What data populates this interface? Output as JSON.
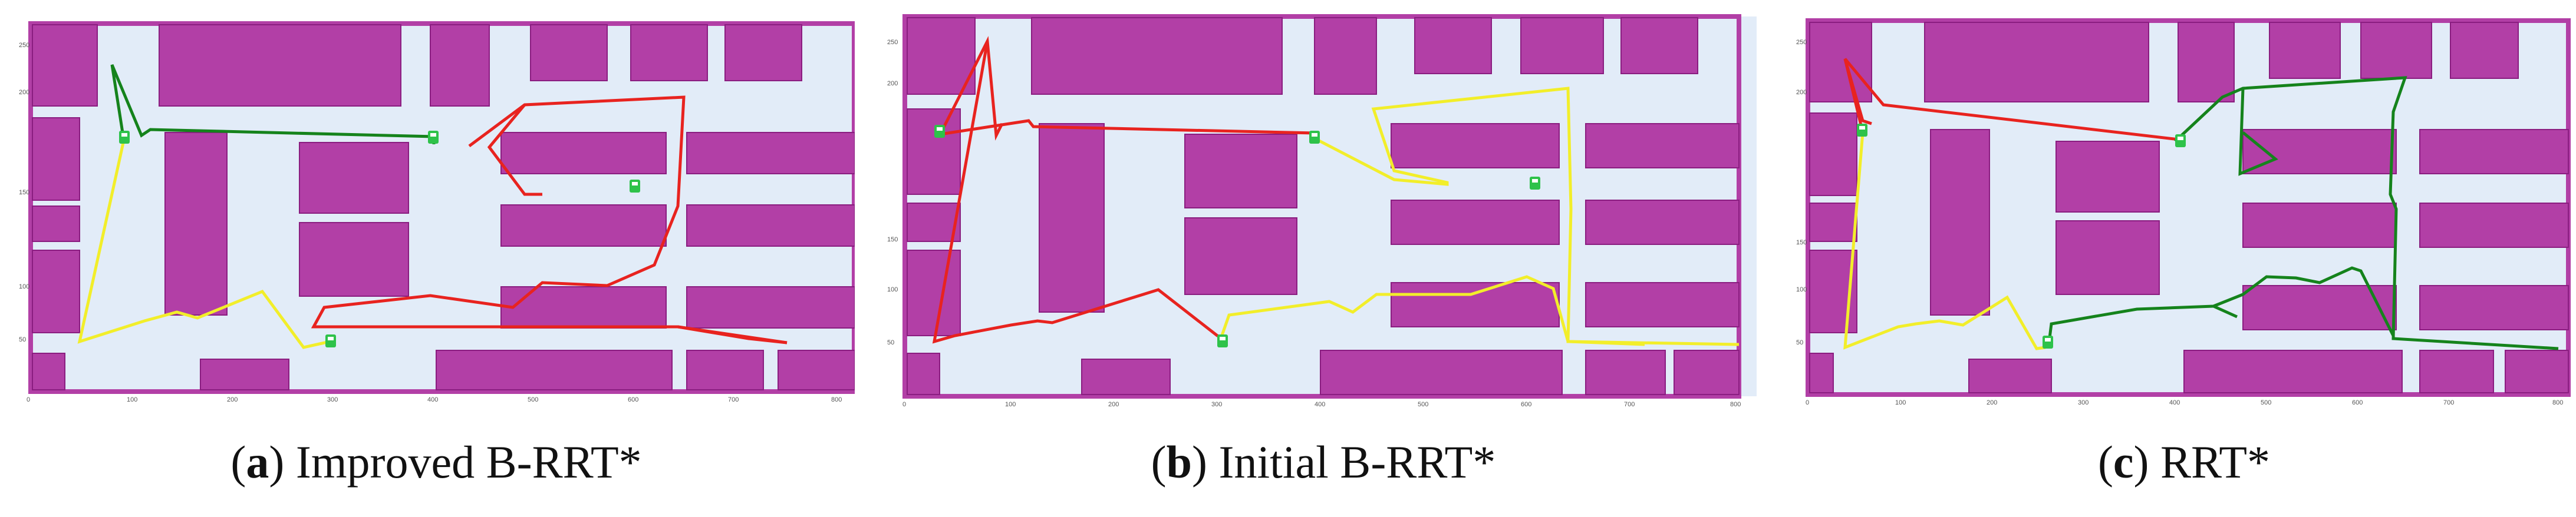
{
  "panels": [
    {
      "id": "a",
      "letter": "a",
      "caption": "Improved B-RRT*",
      "y_ticks": [
        "250",
        "200",
        "150",
        "100",
        "50"
      ],
      "x_ticks": [
        "0",
        "100",
        "200",
        "300",
        "400",
        "500",
        "600",
        "700",
        "800"
      ]
    },
    {
      "id": "b",
      "letter": "b",
      "caption": "Initial B-RRT*",
      "y_ticks": [
        "250",
        "200",
        "150",
        "100",
        "50"
      ],
      "x_ticks": [
        "0",
        "100",
        "200",
        "300",
        "400",
        "500",
        "600",
        "700",
        "800"
      ]
    },
    {
      "id": "c",
      "letter": "c",
      "caption": "RRT*",
      "y_ticks": [
        "250",
        "200",
        "150",
        "100",
        "50"
      ],
      "x_ticks": [
        "0",
        "100",
        "200",
        "300",
        "400",
        "500",
        "600",
        "700",
        "800"
      ]
    }
  ],
  "colors": {
    "obstacle": "#b23fa6",
    "obstacle_edge": "#8a1d80",
    "background": "#e2ecf8",
    "path_red": "#e8231f",
    "path_yellow": "#f2ee2a",
    "path_green": "#15831c",
    "station": "#2ec24a"
  },
  "icons": [
    "charging-station-icon"
  ]
}
